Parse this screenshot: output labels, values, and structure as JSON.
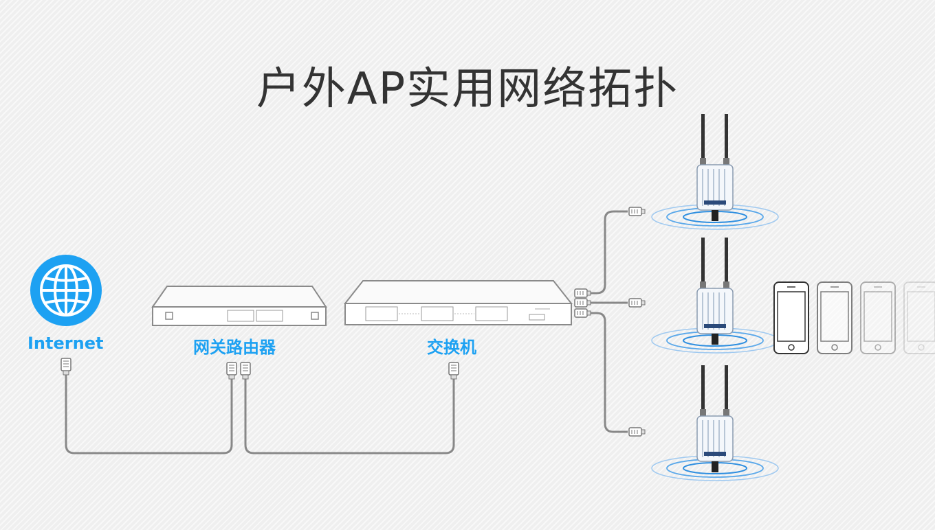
{
  "title": "户外AP实用网络拓扑",
  "nodes": {
    "internet": {
      "label": "Internet",
      "icon": "globe-icon"
    },
    "router": {
      "label": "网关路由器",
      "icon": "router-icon"
    },
    "switch": {
      "label": "交换机",
      "icon": "switch-icon"
    },
    "access_points": [
      {
        "icon": "outdoor-ap-icon"
      },
      {
        "icon": "outdoor-ap-icon"
      },
      {
        "icon": "outdoor-ap-icon"
      }
    ],
    "clients": [
      {
        "icon": "smartphone-icon"
      },
      {
        "icon": "smartphone-icon"
      },
      {
        "icon": "smartphone-icon"
      },
      {
        "icon": "smartphone-icon"
      }
    ]
  },
  "colors": {
    "accent": "#1da1f2",
    "title": "#333333",
    "cable": "#888888",
    "device_outline": "#8a8a8a",
    "wifi_wave": "#2f8fe0"
  }
}
